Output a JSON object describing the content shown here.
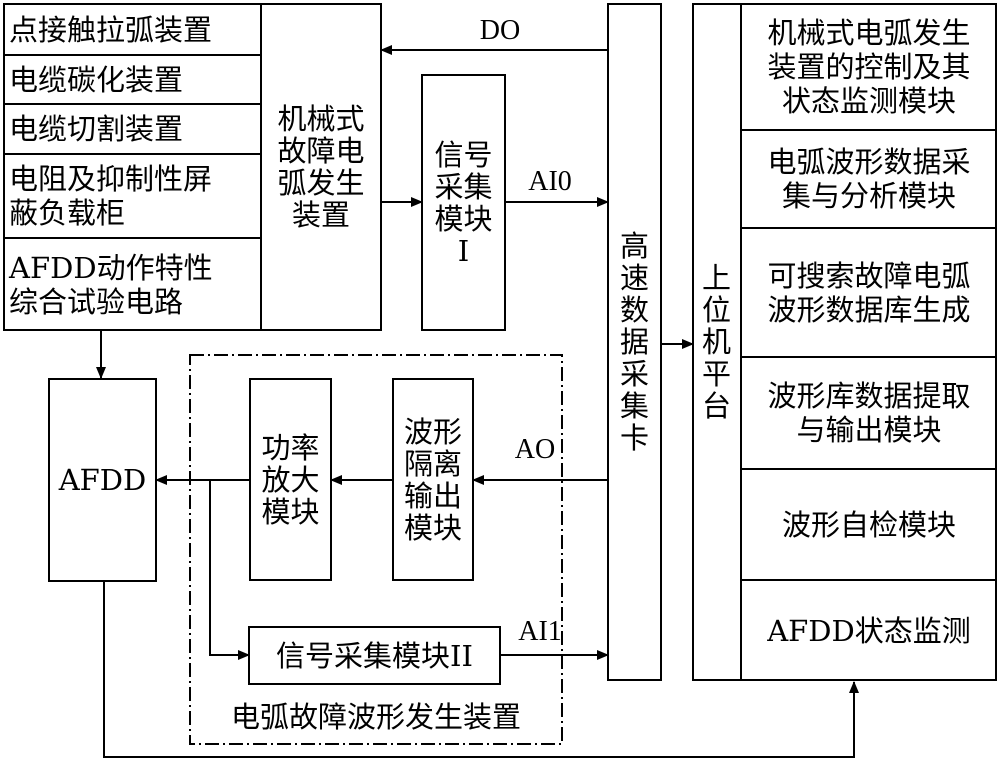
{
  "fault_sources": [
    "点接触拉弧装置",
    "电缆碳化装置",
    "电缆切割装置",
    "电阻及抑制性屏\n蔽负载柜",
    "AFDD动作特性\n综合试验电路"
  ],
  "mech_arc_generator": "机械式\n故障电\n弧发生\n装置",
  "signal_acq_1": "信号\n采集\n模块\nI",
  "daq_card": "高\n速\n数\n据\n采\n集\n卡",
  "host_platform": "上\n位\n机\n平\n台",
  "host_modules": [
    "机械式电弧发生\n装置的控制及其\n状态监测模块",
    "电弧波形数据采\n集与分析模块",
    "可搜索故障电弧\n波形数据库生成",
    "波形库数据提取\n与输出模块",
    "波形自检模块",
    "AFDD状态监测"
  ],
  "afdd": "AFDD",
  "power_amp": "功率\n放大\n模块",
  "waveform_isolated_output": "波形\n隔离\n输出\n模块",
  "signal_acq_2": "信号采集模块II",
  "arc_wave_generator_group": "电弧故障波形发生装置",
  "signals": {
    "do": "DO",
    "ai0": "AI0",
    "ao": "AO",
    "ai1": "AI1"
  }
}
